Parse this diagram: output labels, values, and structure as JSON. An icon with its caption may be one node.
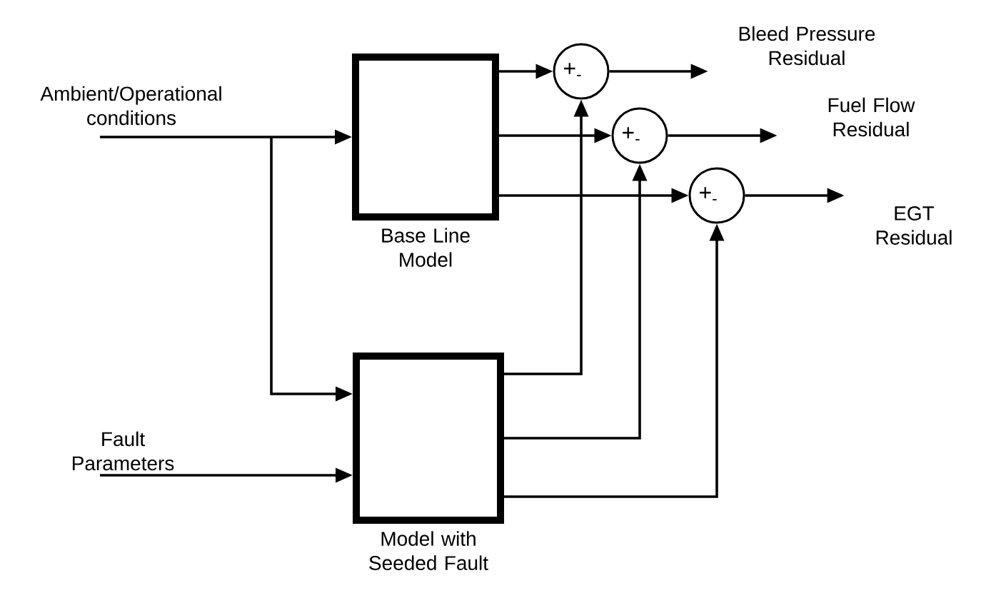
{
  "diagram": {
    "nodes": [
      {
        "text": [
          "Base Line Model"
        ]
      },
      {
        "text": [
          "Model with Seeded Fault"
        ]
      },
      {
        "text": [
          "+$_{-}$"
        ]
      },
      {
        "text": [
          "+$_{-}$"
        ]
      },
      {
        "text": [
          "+$_{-}$"
        ]
      },
      {
        "text": [
          "Ambient/Operational conditions"
        ]
      },
      {
        "text": [
          "Fault Parameters"
        ]
      },
      {
        "text": [
          "Bleed Pressure Residual"
        ]
      },
      {
        "text": [
          "Fuel Flow Residual"
        ]
      },
      {
        "text": [
          "EGT Residual"
        ]
      }
    ],
    "edges": [
      {
        "from": 5,
        "to": 0,
        "arrow": "to"
      },
      {
        "from": 5,
        "to": 1,
        "arrow": "to"
      },
      {
        "from": 6,
        "to": 1,
        "arrow": "to"
      },
      {
        "from": 0,
        "to": 2,
        "arrow": "to"
      },
      {
        "from": 0,
        "to": 3,
        "arrow": "to"
      },
      {
        "from": 0,
        "to": 4,
        "arrow": "to"
      },
      {
        "from": 1,
        "to": 2,
        "arrow": "to"
      },
      {
        "from": 1,
        "to": 3,
        "arrow": "to"
      },
      {
        "from": 1,
        "to": 4,
        "arrow": "to"
      },
      {
        "from": 2,
        "to": 7,
        "arrow": "to"
      },
      {
        "from": 3,
        "to": 8,
        "arrow": "to"
      },
      {
        "from": 4,
        "to": 9,
        "arrow": "to"
      }
    ]
  }
}
